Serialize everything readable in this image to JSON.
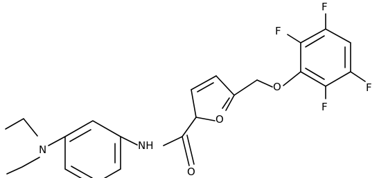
{
  "molecule": {
    "atoms": {
      "n_amine": "N",
      "nh_amide": "NH",
      "o_furan": "O",
      "o_carbonyl": "O",
      "o_ether": "O",
      "f1": "F",
      "f2": "F",
      "f3": "F",
      "f4": "F"
    },
    "colors": {
      "bond": "#000000",
      "label": "#000000",
      "background": "#ffffff"
    }
  }
}
